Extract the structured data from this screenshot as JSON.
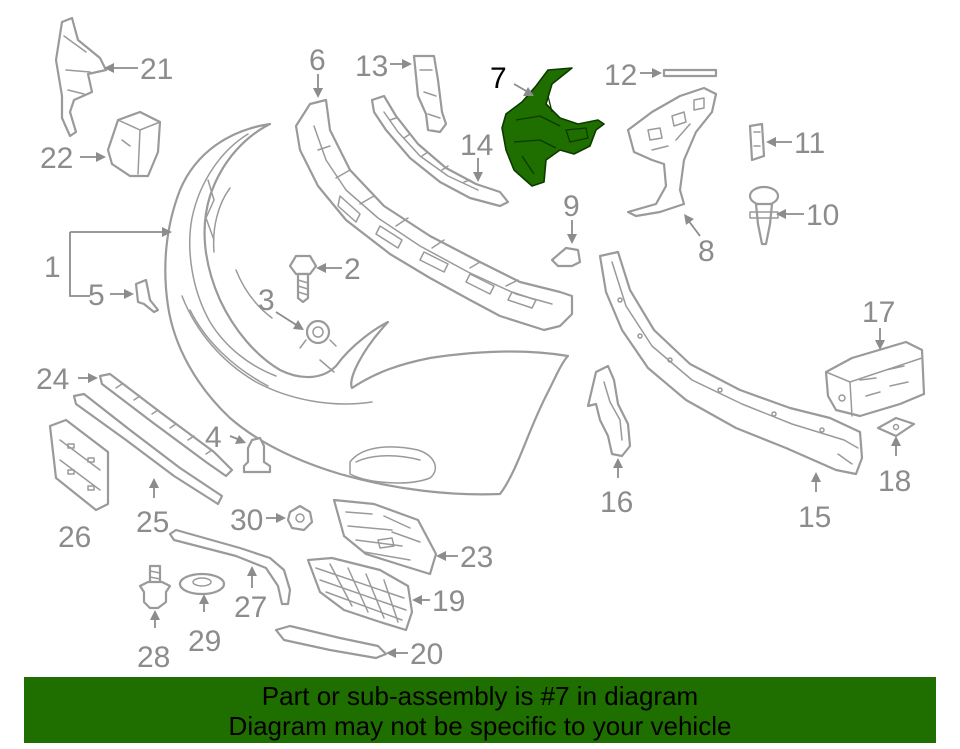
{
  "diagram": {
    "highlighted_part": "7",
    "callouts": [
      "1",
      "2",
      "3",
      "4",
      "5",
      "6",
      "7",
      "8",
      "9",
      "10",
      "11",
      "12",
      "13",
      "14",
      "15",
      "16",
      "17",
      "18",
      "19",
      "20",
      "21",
      "22",
      "23",
      "24",
      "25",
      "26",
      "27",
      "28",
      "29",
      "30"
    ]
  },
  "colors": {
    "highlight": "#1e6e00",
    "banner": "#1f6e00",
    "line": "#9a9a9a"
  },
  "banner": {
    "line1": "Part or sub-assembly is #7 in diagram",
    "line2": "Diagram may not be specific to your vehicle"
  }
}
